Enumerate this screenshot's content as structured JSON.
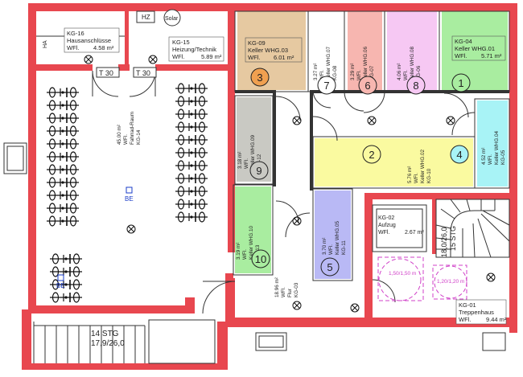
{
  "colors": {
    "wall": "#e8474f",
    "wall_dark": "#d9343c",
    "ink": "#2a2a2a",
    "line": "#444444",
    "blue_mark": "#1a3cc8",
    "magenta": "#d040c8",
    "tan": "#e6c9a1",
    "yellow": "#fafaa0",
    "salmon": "#f7b6b0",
    "pink": "#f6c8f3",
    "green": "#a9eda0",
    "grey": "#c9c9c3",
    "cyan": "#a8f3f6",
    "lavender": "#b9b9f5",
    "paper": "#ffffff"
  },
  "rooms": {
    "kg16": {
      "code": "KG-16",
      "name": "Hausanschlüsse",
      "area_label": "WFl.",
      "area": "4.58 m²"
    },
    "kg15": {
      "code": "KG-15",
      "name": "Heizung/Technik",
      "area_label": "WFl.",
      "area": "5.89 m²"
    },
    "kg09": {
      "code": "KG-09",
      "name": "Keller WHG.03",
      "area_label": "WFl.",
      "area": "6.01 m²",
      "number": "3"
    },
    "kg04": {
      "code": "KG-04",
      "name": "Keller WHG.01",
      "area_label": "WFl.",
      "area": "5.71 m²",
      "number": "1"
    },
    "kg08": {
      "line1": "WFl.",
      "line2": "Keller WHG.07",
      "line3": "KG-08",
      "area": "3.27 m²",
      "number": "7"
    },
    "kg07": {
      "line1": "WFl.",
      "line2": "Keller WHG.06",
      "line3": "KG-07",
      "area": "3.29 m²",
      "number": "6"
    },
    "kg06": {
      "line1": "WFl.",
      "line2": "Keller WHG.08",
      "line3": "KG-06",
      "area": "4.06 m²",
      "number": "8"
    },
    "kg14": {
      "line1": "WFl.",
      "line2": "Fahrrad-Raum",
      "line3": "KG-14",
      "area": "45.00 m²"
    },
    "kg12": {
      "line1": "WFl.",
      "line2": "Keller WHG.09",
      "line3": "KG-12",
      "area": "3.18 m²",
      "number": "9"
    },
    "kg10": {
      "line1": "WFl.",
      "line2": "Keller WHG.02",
      "line3": "KG-10",
      "area": "5.76 m²",
      "number": "2"
    },
    "kg05": {
      "line1": "WFl.",
      "line2": "Keller WHG.04",
      "line3": "KG-05",
      "area": "4.52 m²",
      "number": "4"
    },
    "kg13": {
      "line1": "WFl.",
      "line2": "Keller WHG.10",
      "line3": "KG-13",
      "area": "3.19 m²",
      "number": "10"
    },
    "kg11": {
      "line1": "WFl.",
      "line2": "Keller WHG.05",
      "line3": "KG-11",
      "area": "3.70 m²",
      "number": "5"
    },
    "kg03": {
      "line1": "WFl.",
      "line2": "Flur",
      "line3": "KG-03",
      "area": "18.96 m²"
    },
    "kg02": {
      "code": "KG-02",
      "name": "Aufzug",
      "area_label": "WFl.",
      "area": "2.67 m²"
    },
    "kg01": {
      "code": "KG-01",
      "name": "Treppenhaus",
      "area_label": "WFl.",
      "area": "9.44 m²"
    }
  },
  "labels": {
    "ha": "HA",
    "hz": "HZ",
    "solar": "Solar",
    "door_t30_left": "T 30",
    "door_t30_right": "T 30",
    "be_1": "BE",
    "be_2": "BE",
    "circle_150": "1,50/1,50 m",
    "circle_120": "1,20/1,20 m",
    "stair_main_1": "18,0/26,0",
    "stair_main_2": "15 STG",
    "stair_outside_1": "14 STG",
    "stair_outside_2": "17,9/26,0"
  }
}
